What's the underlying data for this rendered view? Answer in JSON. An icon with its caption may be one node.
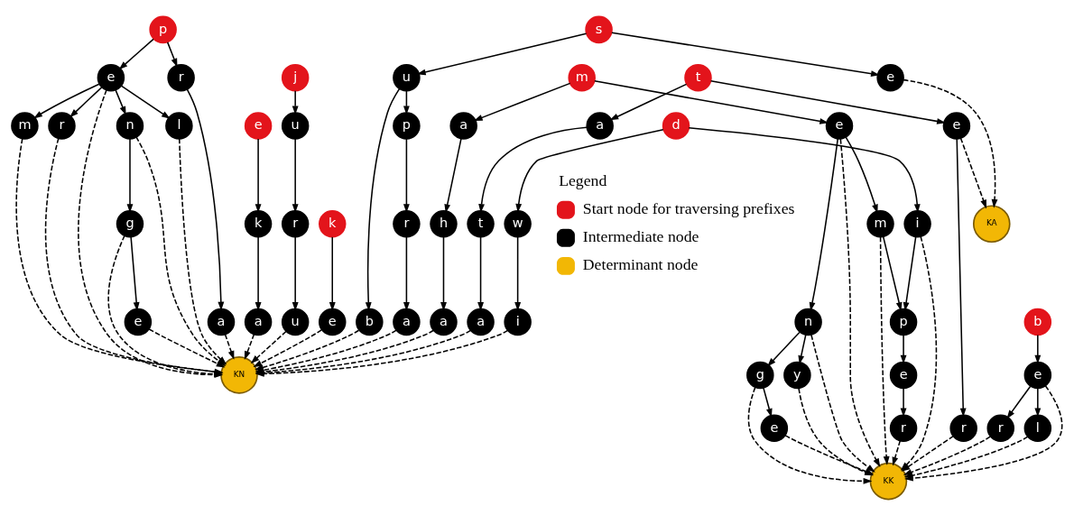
{
  "diagram": {
    "nodes": [
      {
        "text": [
          "s"
        ]
      },
      {
        "text": [
          "e"
        ]
      },
      {
        "text": [
          "u"
        ]
      },
      {
        "text": [
          "p"
        ]
      },
      {
        "text": [
          "r"
        ]
      },
      {
        "text": [
          "b"
        ]
      },
      {
        "text": [
          "a"
        ]
      },
      {
        "text": [
          "KA"
        ]
      },
      {
        "text": [
          "p"
        ]
      },
      {
        "text": [
          "r"
        ]
      },
      {
        "text": [
          "a"
        ]
      },
      {
        "text": [
          "e"
        ]
      },
      {
        "text": [
          "n"
        ]
      },
      {
        "text": [
          "g"
        ]
      },
      {
        "text": [
          "e"
        ]
      },
      {
        "text": [
          "l"
        ]
      },
      {
        "text": [
          "m"
        ]
      },
      {
        "text": [
          "r"
        ]
      },
      {
        "text": [
          "KN"
        ]
      },
      {
        "text": [
          "j"
        ]
      },
      {
        "text": [
          "u"
        ]
      },
      {
        "text": [
          "r"
        ]
      },
      {
        "text": [
          "u"
        ]
      },
      {
        "text": [
          "e"
        ]
      },
      {
        "text": [
          "k"
        ]
      },
      {
        "text": [
          "a"
        ]
      },
      {
        "text": [
          "k"
        ]
      },
      {
        "text": [
          "e"
        ]
      },
      {
        "text": [
          "d"
        ]
      },
      {
        "text": [
          "w"
        ]
      },
      {
        "text": [
          "i"
        ]
      },
      {
        "text": [
          "i"
        ]
      },
      {
        "text": [
          "t"
        ]
      },
      {
        "text": [
          "e"
        ]
      },
      {
        "text": [
          "r"
        ]
      },
      {
        "text": [
          "a"
        ]
      },
      {
        "text": [
          "t"
        ]
      },
      {
        "text": [
          "a"
        ]
      },
      {
        "text": [
          "m"
        ]
      },
      {
        "text": [
          "a"
        ]
      },
      {
        "text": [
          "h"
        ]
      },
      {
        "text": [
          "a"
        ]
      },
      {
        "text": [
          "p"
        ]
      },
      {
        "text": [
          "e"
        ]
      },
      {
        "text": [
          "r"
        ]
      },
      {
        "text": [
          "e"
        ]
      },
      {
        "text": [
          "m"
        ]
      },
      {
        "text": [
          "n"
        ]
      },
      {
        "text": [
          "g"
        ]
      },
      {
        "text": [
          "e"
        ]
      },
      {
        "text": [
          "y"
        ]
      },
      {
        "text": [
          "b"
        ]
      },
      {
        "text": [
          "e"
        ]
      },
      {
        "text": [
          "r"
        ]
      },
      {
        "text": [
          "l"
        ]
      },
      {
        "text": [
          "KK"
        ]
      }
    ],
    "edges": [
      {
        "from": 0,
        "to": 1,
        "arrow": "to"
      },
      {
        "from": 0,
        "to": 2,
        "arrow": "to"
      },
      {
        "from": 2,
        "to": 3,
        "arrow": "to"
      },
      {
        "from": 3,
        "to": 4,
        "arrow": "to"
      },
      {
        "from": 2,
        "to": 5,
        "arrow": "to"
      },
      {
        "from": 4,
        "to": 6,
        "arrow": "to"
      },
      {
        "from": 8,
        "to": 9,
        "arrow": "to"
      },
      {
        "from": 9,
        "to": 10,
        "arrow": "to"
      },
      {
        "from": 8,
        "to": 11,
        "arrow": "to"
      },
      {
        "from": 11,
        "to": 12,
        "arrow": "to"
      },
      {
        "from": 11,
        "to": 15,
        "arrow": "to"
      },
      {
        "from": 11,
        "to": 16,
        "arrow": "to"
      },
      {
        "from": 11,
        "to": 17,
        "arrow": "to"
      },
      {
        "from": 12,
        "to": 13,
        "arrow": "to"
      },
      {
        "from": 13,
        "to": 14,
        "arrow": "to"
      },
      {
        "from": 19,
        "to": 20,
        "arrow": "to"
      },
      {
        "from": 20,
        "to": 21,
        "arrow": "to"
      },
      {
        "from": 21,
        "to": 22,
        "arrow": "to"
      },
      {
        "from": 23,
        "to": 24,
        "arrow": "to"
      },
      {
        "from": 24,
        "to": 25,
        "arrow": "to"
      },
      {
        "from": 26,
        "to": 27,
        "arrow": "to"
      },
      {
        "from": 28,
        "to": 29,
        "arrow": "to"
      },
      {
        "from": 29,
        "to": 30,
        "arrow": "to"
      },
      {
        "from": 28,
        "to": 31,
        "arrow": "to"
      },
      {
        "from": 32,
        "to": 33,
        "arrow": "to"
      },
      {
        "from": 33,
        "to": 34,
        "arrow": "to"
      },
      {
        "from": 32,
        "to": 35,
        "arrow": "to"
      },
      {
        "from": 35,
        "to": 36,
        "arrow": "to"
      },
      {
        "from": 36,
        "to": 37,
        "arrow": "to"
      },
      {
        "from": 38,
        "to": 39,
        "arrow": "to"
      },
      {
        "from": 39,
        "to": 40,
        "arrow": "to"
      },
      {
        "from": 40,
        "to": 41,
        "arrow": "to"
      },
      {
        "from": 31,
        "to": 42,
        "arrow": "to"
      },
      {
        "from": 42,
        "to": 43,
        "arrow": "to"
      },
      {
        "from": 43,
        "to": 44,
        "arrow": "to"
      },
      {
        "from": 38,
        "to": 45,
        "arrow": "to"
      },
      {
        "from": 45,
        "to": 46,
        "arrow": "to"
      },
      {
        "from": 46,
        "to": 42,
        "arrow": "to"
      },
      {
        "from": 45,
        "to": 47,
        "arrow": "to"
      },
      {
        "from": 47,
        "to": 48,
        "arrow": "to"
      },
      {
        "from": 48,
        "to": 49,
        "arrow": "to"
      },
      {
        "from": 47,
        "to": 50,
        "arrow": "to"
      },
      {
        "from": 51,
        "to": 52,
        "arrow": "to"
      },
      {
        "from": 52,
        "to": 53,
        "arrow": "to"
      },
      {
        "from": 52,
        "to": 54,
        "arrow": "to"
      },
      {
        "from": 1,
        "to": 7,
        "arrow": "to",
        "style": "dashed"
      },
      {
        "from": 33,
        "to": 7,
        "arrow": "to",
        "style": "dashed"
      },
      {
        "from": 5,
        "to": 18,
        "arrow": "to",
        "style": "dashed"
      },
      {
        "from": 6,
        "to": 18,
        "arrow": "to",
        "style": "dashed"
      },
      {
        "from": 10,
        "to": 18,
        "arrow": "to",
        "style": "dashed"
      },
      {
        "from": 11,
        "to": 18,
        "arrow": "to",
        "style": "dashed"
      },
      {
        "from": 17,
        "to": 18,
        "arrow": "to",
        "style": "dashed"
      },
      {
        "from": 16,
        "to": 18,
        "arrow": "to",
        "style": "dashed"
      },
      {
        "from": 15,
        "to": 18,
        "arrow": "to",
        "style": "dashed"
      },
      {
        "from": 12,
        "to": 18,
        "arrow": "to",
        "style": "dashed"
      },
      {
        "from": 13,
        "to": 18,
        "arrow": "to",
        "style": "dashed"
      },
      {
        "from": 14,
        "to": 18,
        "arrow": "to",
        "style": "dashed"
      },
      {
        "from": 22,
        "to": 18,
        "arrow": "to",
        "style": "dashed"
      },
      {
        "from": 25,
        "to": 18,
        "arrow": "to",
        "style": "dashed"
      },
      {
        "from": 27,
        "to": 18,
        "arrow": "to",
        "style": "dashed"
      },
      {
        "from": 30,
        "to": 18,
        "arrow": "to",
        "style": "dashed"
      },
      {
        "from": 37,
        "to": 18,
        "arrow": "to",
        "style": "dashed"
      },
      {
        "from": 41,
        "to": 18,
        "arrow": "to",
        "style": "dashed"
      },
      {
        "from": 34,
        "to": 55,
        "arrow": "to",
        "style": "dashed"
      },
      {
        "from": 49,
        "to": 55,
        "arrow": "to",
        "style": "dashed"
      },
      {
        "from": 48,
        "to": 55,
        "arrow": "to",
        "style": "dashed"
      },
      {
        "from": 47,
        "to": 55,
        "arrow": "to",
        "style": "dashed"
      },
      {
        "from": 50,
        "to": 55,
        "arrow": "to",
        "style": "dashed"
      },
      {
        "from": 45,
        "to": 55,
        "arrow": "to",
        "style": "dashed"
      },
      {
        "from": 46,
        "to": 55,
        "arrow": "to",
        "style": "dashed"
      },
      {
        "from": 44,
        "to": 55,
        "arrow": "to",
        "style": "dashed"
      },
      {
        "from": 31,
        "to": 55,
        "arrow": "to",
        "style": "dashed"
      },
      {
        "from": 53,
        "to": 55,
        "arrow": "to",
        "style": "dashed"
      },
      {
        "from": 52,
        "to": 55,
        "arrow": "to",
        "style": "dashed"
      },
      {
        "from": 54,
        "to": 55,
        "arrow": "to",
        "style": "dashed"
      }
    ],
    "labels": [
      "Legend"
    ],
    "legend": [
      {
        "text": "Start node for traversing prefixes",
        "color": "#e3141b"
      },
      {
        "text": "Intermediate node",
        "color": "#000000"
      },
      {
        "text": "Determinant node",
        "color": "#f2b705"
      }
    ]
  }
}
